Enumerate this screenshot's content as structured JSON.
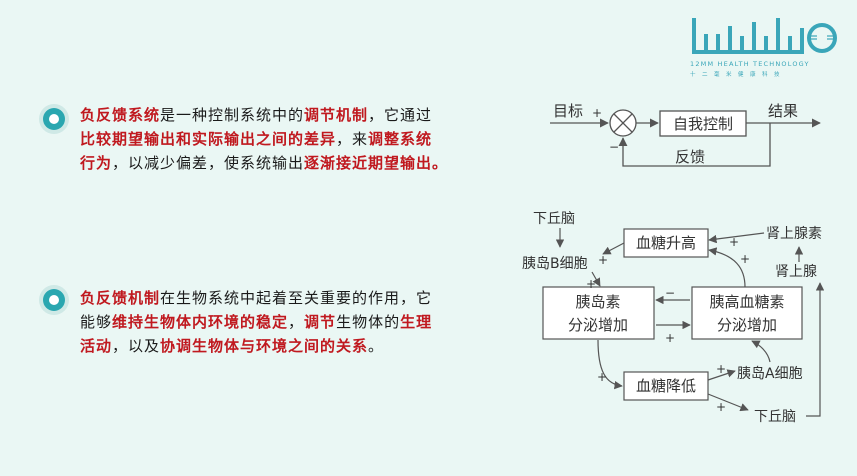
{
  "logo": {
    "wordmark": "lullmllio",
    "tagline_en": "12MM HEALTH TECHNOLOGY",
    "tagline_cn": "十二毫米健康科技",
    "brand_color": "#3aa6b9"
  },
  "colors": {
    "highlight": "#c0191f",
    "accent": "#2aa7b0",
    "background": "#eaf7f4"
  },
  "paragraph1": {
    "lines": [
      [
        "负反馈系统",
        "是一种控制系统中的",
        "调节机制",
        "，它通过"
      ],
      [
        "比较期望输出和实际输出之间的差异",
        "，来",
        "调整系统"
      ],
      [
        "行为",
        "，以减少偏差，使系统输出",
        "逐渐接近期望输出。"
      ]
    ]
  },
  "paragraph2": {
    "lines": [
      [
        "负反馈机制",
        "在生物系统中起着至关重要的作用，它"
      ],
      [
        "能够",
        "维持生物体内环境的稳定",
        "，",
        "调节",
        "生物体的",
        "生理"
      ],
      [
        "活动",
        "，以及",
        "协调生物体与环境之间的关系",
        "。"
      ]
    ]
  },
  "diagram1": {
    "input_label": "目标",
    "input_sign": "+",
    "controller": "自我控制",
    "output_label": "结果",
    "feedback": "反馈",
    "feedback_sign": "−"
  },
  "diagram2": {
    "hypothalamus": "下丘脑",
    "beta_cell": "胰岛B细胞",
    "glucose_high": "血糖升高",
    "adrenal_hormone": "肾上腺素",
    "adrenal_gland": "肾上腺",
    "insulin_line1": "胰岛素",
    "insulin_line2": "分泌增加",
    "glucagon_line1": "胰高血糖素",
    "glucagon_line2": "分泌增加",
    "glucose_low": "血糖降低",
    "alpha_cell": "胰岛A细胞",
    "hypothalamus2": "下丘脑",
    "plus": "+",
    "minus": "−"
  }
}
